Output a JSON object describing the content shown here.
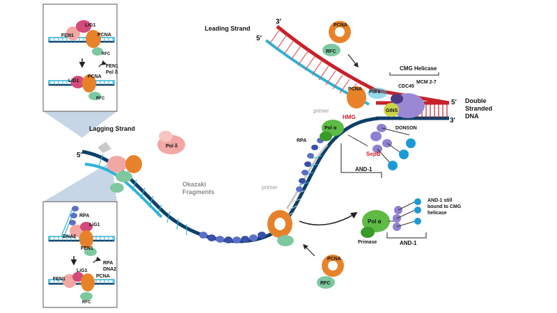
{
  "labels": {
    "leading_strand": "Leading Strand",
    "lagging_strand": "Lagging Strand",
    "double_stranded_1": "Double",
    "double_stranded_2": "Stranded",
    "double_stranded_3": "DNA",
    "five_prime": "5'",
    "three_prime": "3'",
    "okazaki_1": "Okazaki",
    "okazaki_2": "Fragments",
    "cmg_helicase": "CMG Helicase",
    "cdc45": "CDC45",
    "mcm": "MCM 2-7",
    "gins": "GINS",
    "donson": "DONSON",
    "hmg": "HMG",
    "sepb": "SepB",
    "and1": "AND-1",
    "and1_still_1": "AND-1 still",
    "and1_still_2": "bound to CMG",
    "and1_still_3": "helicase",
    "primase": "Primase",
    "pol_alpha": "Pol α",
    "pol_epsilon": "Pol ε",
    "pol_delta": "Pol δ",
    "primer": "primer",
    "rpa": "RPA",
    "pcna": "PCNA",
    "rfc": "RFC",
    "lig1": "LiG1",
    "fen1": "FEN1",
    "dna2": "DNA2"
  },
  "inset_top": {
    "step2_line1": "FEN1",
    "step2_line2": "Pol δ"
  },
  "inset_bottom": {
    "step2_line1": "RPA",
    "step2_line2": "DNA2"
  },
  "colors": {
    "leading_red": "#c8202a",
    "light_blue": "#2cb3d6",
    "dark_navy": "#0d3f68",
    "pcna_orange": "#e8822a",
    "rfc_green": "#7ec8a0",
    "pol_delta_pink": "#f2a7a4",
    "lig1_pink": "#d44a7a",
    "pol_alpha_green": "#5dbb46",
    "mcm_purple": "#9a88d4",
    "gins_yellow": "#c9d44a",
    "and1_blue": "#1a9bd7",
    "sepb_purple": "#8f7fd0",
    "rpa_blue": "#5b6fc9",
    "inset_fill": "#c7d6e6"
  }
}
